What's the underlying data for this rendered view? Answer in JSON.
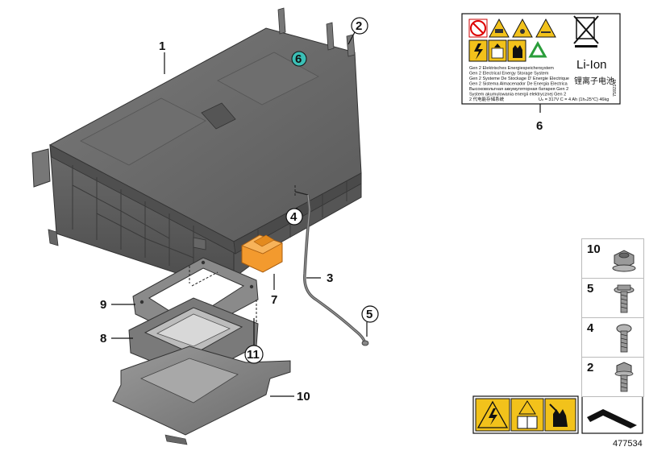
{
  "callouts": {
    "c1": "1",
    "c2": "2",
    "c3": "3",
    "c4": "4",
    "c5": "5",
    "c6": "6",
    "c6_badge": "6",
    "c7": "7",
    "c8": "8",
    "c9": "9",
    "c10": "10",
    "c11": "11"
  },
  "label_sticker": {
    "lines": [
      "Gen 2 Elektrisches Energiespeichersystem",
      "Gen 2 Electrical Energy Storage System",
      "Gen 2 Systeme De Stockage D' Energie Electrique",
      "Gen 2 Sistema Almacenador De Energia Electrica",
      "Высоковольтная аккумуляторная батарея Gen 2",
      "System akumulowania energii elektrycznej Gen 2",
      "2 代电能存储系统"
    ],
    "specs": "Uₙ = 317V  C = 4 Ah (1hₙ25°C)  46kg",
    "liion": "Li-Ion",
    "liion_cn": "锂离子电池",
    "side_code": "7592148"
  },
  "hardware_tiles": [
    {
      "num": "10"
    },
    {
      "num": "5"
    },
    {
      "num": "4"
    },
    {
      "num": "2"
    }
  ],
  "doc_id": "477534",
  "colors": {
    "badge_teal": "#3bbfb6",
    "warning_yellow": "#f2c21b",
    "bracket_orange": "#f39a2e",
    "housing_grey": "#5f5f5f"
  }
}
